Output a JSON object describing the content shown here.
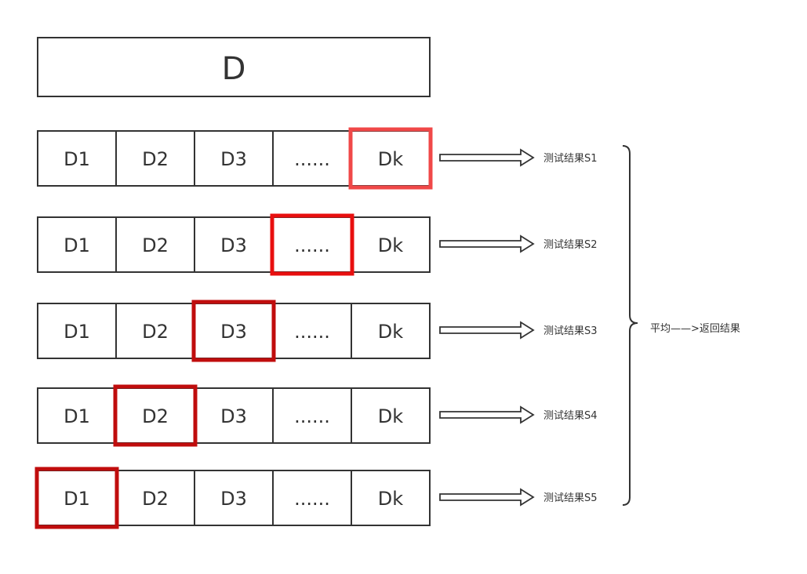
{
  "full_dataset": {
    "label": "D"
  },
  "folds": [
    "D1",
    "D2",
    "D3",
    "......",
    "Dk"
  ],
  "rows": [
    {
      "highlight_index": 4,
      "highlight_color": "#f04848",
      "result_label": "测试结果S1"
    },
    {
      "highlight_index": 3,
      "highlight_color": "#e80f0f",
      "result_label": "测试结果S2"
    },
    {
      "highlight_index": 2,
      "highlight_color": "#c00d0d",
      "result_label": "测试结果S3"
    },
    {
      "highlight_index": 1,
      "highlight_color": "#c00d0d",
      "result_label": "测试结果S4"
    },
    {
      "highlight_index": 0,
      "highlight_color": "#c00d0d",
      "result_label": "测试结果S5"
    }
  ],
  "summary": {
    "label": "平均——>返回结果"
  },
  "colors": {
    "line": "#333333",
    "background": "#ffffff"
  }
}
